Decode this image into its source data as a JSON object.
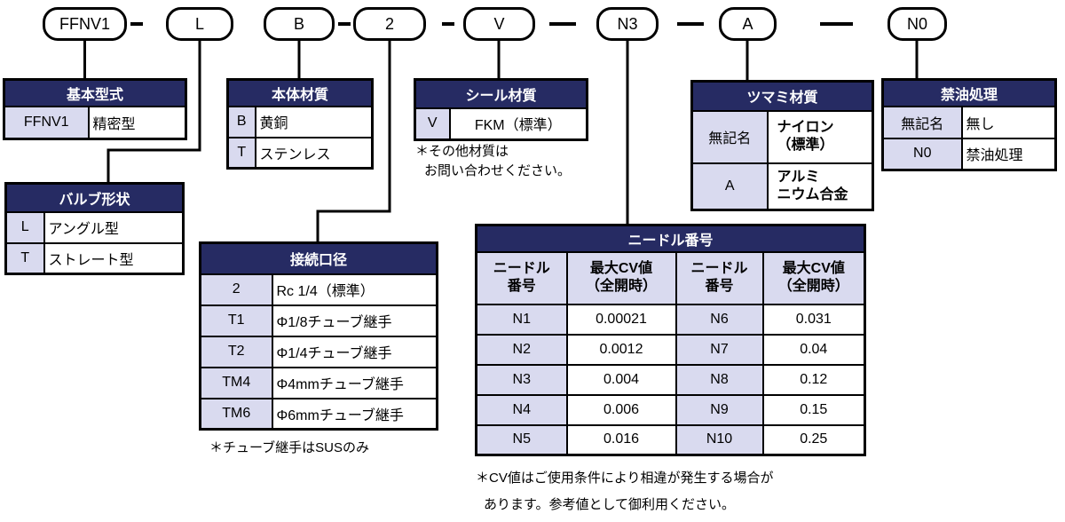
{
  "colors": {
    "header_bg": "#262b63",
    "key_bg": "#d9daef",
    "border": "#000000",
    "background": "#ffffff"
  },
  "code": {
    "segments": [
      {
        "label": "FFNV1"
      },
      {
        "label": "L"
      },
      {
        "label": "B"
      },
      {
        "label": "2"
      },
      {
        "label": "V"
      },
      {
        "label": "N3"
      },
      {
        "label": "A"
      },
      {
        "label": "N0"
      }
    ]
  },
  "tables": {
    "basic_model": {
      "title": "基本型式",
      "rows": [
        [
          "FFNV1",
          "精密型"
        ]
      ]
    },
    "valve_shape": {
      "title": "バルブ形状",
      "rows": [
        [
          "L",
          "アングル型"
        ],
        [
          "T",
          "ストレート型"
        ]
      ]
    },
    "body_material": {
      "title": "本体材質",
      "rows": [
        [
          "B",
          "黄銅"
        ],
        [
          "T",
          "ステンレス"
        ]
      ]
    },
    "seal_material": {
      "title": "シール材質",
      "rows": [
        [
          "V",
          "FKM（標準）"
        ]
      ],
      "note_line1": "＊その他材質は",
      "note_line2": "お問い合わせください。"
    },
    "port_size": {
      "title": "接続口径",
      "rows": [
        [
          "2",
          "Rc 1/4（標準）"
        ],
        [
          "T1",
          "Φ1/8チューブ継手"
        ],
        [
          "T2",
          "Φ1/4チューブ継手"
        ],
        [
          "TM4",
          "Φ4mmチューブ継手"
        ],
        [
          "TM6",
          "Φ6mmチューブ継手"
        ]
      ],
      "note": "＊チューブ継手はSUSのみ"
    },
    "needle_number": {
      "title": "ニードル番号",
      "sub_headers": [
        "ニードル\n番号",
        "最大CV値\n（全開時）",
        "ニードル\n番号",
        "最大CV値\n（全開時）"
      ],
      "rows": [
        [
          "N1",
          "0.00021",
          "N6",
          "0.031"
        ],
        [
          "N2",
          "0.0012",
          "N7",
          "0.04"
        ],
        [
          "N3",
          "0.004",
          "N8",
          "0.12"
        ],
        [
          "N4",
          "0.006",
          "N9",
          "0.15"
        ],
        [
          "N5",
          "0.016",
          "N10",
          "0.25"
        ]
      ],
      "note_line1": "＊CV値はご使用条件により相違が発生する場合が",
      "note_line2": "あります。参考値として御利用ください。"
    },
    "knob_material": {
      "title": "ツマミ材質",
      "rows": [
        [
          "無記名",
          "ナイロン\n（標準）"
        ],
        [
          "A",
          "アルミ\nニウム合金"
        ]
      ]
    },
    "oil_free": {
      "title": "禁油処理",
      "rows": [
        [
          "無記名",
          "無し"
        ],
        [
          "N0",
          "禁油処理"
        ]
      ]
    }
  }
}
